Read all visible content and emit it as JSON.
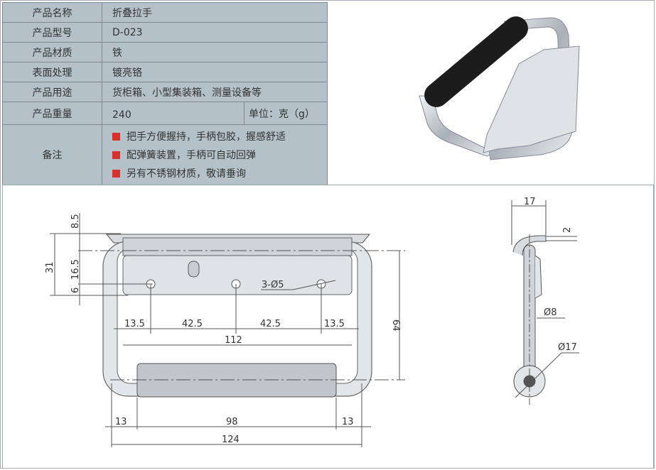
{
  "spec": {
    "rows": [
      {
        "label": "产品名称",
        "value": "折叠拉手"
      },
      {
        "label": "产品型号",
        "value": "D-023"
      },
      {
        "label": "产品材质",
        "value": "铁"
      },
      {
        "label": "表面处理",
        "value": "镀亮铬"
      },
      {
        "label": "产品用途",
        "value": "货柜箱、小型集装箱、测量设备等"
      }
    ],
    "weight": {
      "label": "产品重量",
      "value": "240",
      "unit": "单位：克（g）"
    },
    "notes": {
      "label": "备注",
      "items": [
        "把手方便握持，手柄包胶，握感舒适",
        "配弹簧装置，手柄可自动回弹",
        "另有不锈钢材质，敬请垂询"
      ],
      "bullet_color": "#d8302a"
    }
  },
  "drawing": {
    "front": {
      "d8_5": "8.5",
      "d16_5": "16.5",
      "d6": "6",
      "d31": "31",
      "d64": "64",
      "holes": "3-Ø5",
      "h13_5a": "13.5",
      "h42_5a": "42.5",
      "h42_5b": "42.5",
      "h13_5b": "13.5",
      "d112": "112",
      "d13a": "13",
      "d98": "98",
      "d13b": "13",
      "d124": "124"
    },
    "side": {
      "d17": "17",
      "d2": "2",
      "d8": "Ø8",
      "d17b": "Ø17"
    }
  }
}
